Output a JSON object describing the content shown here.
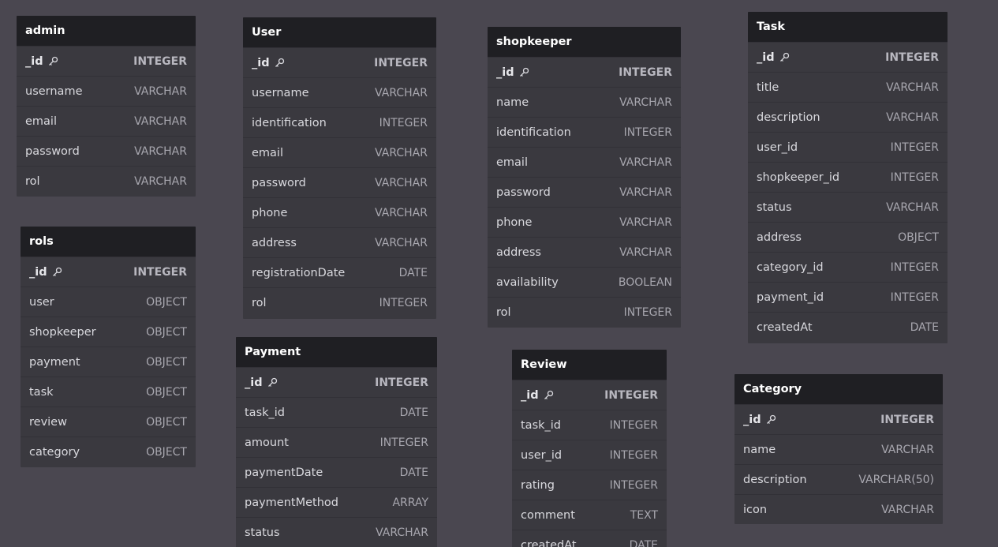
{
  "tables": {
    "admin": {
      "name": "admin",
      "fields": [
        {
          "name": "_id",
          "type": "INTEGER",
          "pk": true
        },
        {
          "name": "username",
          "type": "VARCHAR"
        },
        {
          "name": "email",
          "type": "VARCHAR"
        },
        {
          "name": "password",
          "type": "VARCHAR"
        },
        {
          "name": "rol",
          "type": "VARCHAR"
        }
      ]
    },
    "rols": {
      "name": "rols",
      "fields": [
        {
          "name": "_id",
          "type": "INTEGER",
          "pk": true
        },
        {
          "name": "user",
          "type": "OBJECT"
        },
        {
          "name": "shopkeeper",
          "type": "OBJECT"
        },
        {
          "name": "payment",
          "type": "OBJECT"
        },
        {
          "name": "task",
          "type": "OBJECT"
        },
        {
          "name": "review",
          "type": "OBJECT"
        },
        {
          "name": "category",
          "type": "OBJECT"
        }
      ]
    },
    "user": {
      "name": "User",
      "fields": [
        {
          "name": "_id",
          "type": "INTEGER",
          "pk": true
        },
        {
          "name": "username",
          "type": "VARCHAR"
        },
        {
          "name": "identification",
          "type": "INTEGER"
        },
        {
          "name": "email",
          "type": "VARCHAR"
        },
        {
          "name": "password",
          "type": "VARCHAR"
        },
        {
          "name": "phone",
          "type": "VARCHAR"
        },
        {
          "name": "address",
          "type": "VARCHAR"
        },
        {
          "name": "registrationDate",
          "type": "DATE"
        },
        {
          "name": "rol",
          "type": "INTEGER"
        }
      ]
    },
    "payment": {
      "name": "Payment",
      "fields": [
        {
          "name": "_id",
          "type": "INTEGER",
          "pk": true
        },
        {
          "name": "task_id",
          "type": "DATE"
        },
        {
          "name": "amount",
          "type": "INTEGER"
        },
        {
          "name": "paymentDate",
          "type": "DATE"
        },
        {
          "name": "paymentMethod",
          "type": "ARRAY"
        },
        {
          "name": "status",
          "type": "VARCHAR"
        }
      ]
    },
    "shopkeeper": {
      "name": "shopkeeper",
      "fields": [
        {
          "name": "_id",
          "type": "INTEGER",
          "pk": true
        },
        {
          "name": "name",
          "type": "VARCHAR"
        },
        {
          "name": "identification",
          "type": "INTEGER"
        },
        {
          "name": "email",
          "type": "VARCHAR"
        },
        {
          "name": "password",
          "type": "VARCHAR"
        },
        {
          "name": "phone",
          "type": "VARCHAR"
        },
        {
          "name": "address",
          "type": "VARCHAR"
        },
        {
          "name": "availability",
          "type": "BOOLEAN"
        },
        {
          "name": "rol",
          "type": "INTEGER"
        }
      ]
    },
    "review": {
      "name": "Review",
      "fields": [
        {
          "name": "_id",
          "type": "INTEGER",
          "pk": true
        },
        {
          "name": "task_id",
          "type": "INTEGER"
        },
        {
          "name": "user_id",
          "type": "INTEGER"
        },
        {
          "name": "rating",
          "type": "INTEGER"
        },
        {
          "name": "comment",
          "type": "TEXT"
        },
        {
          "name": "createdAt",
          "type": "DATE"
        }
      ]
    },
    "task": {
      "name": "Task",
      "fields": [
        {
          "name": "_id",
          "type": "INTEGER",
          "pk": true
        },
        {
          "name": "title",
          "type": "VARCHAR"
        },
        {
          "name": "description",
          "type": "VARCHAR"
        },
        {
          "name": "user_id",
          "type": "INTEGER"
        },
        {
          "name": "shopkeeper_id",
          "type": "INTEGER"
        },
        {
          "name": "status",
          "type": "VARCHAR"
        },
        {
          "name": "address",
          "type": "OBJECT"
        },
        {
          "name": "category_id",
          "type": "INTEGER"
        },
        {
          "name": "payment_id",
          "type": "INTEGER"
        },
        {
          "name": "createdAt",
          "type": "DATE"
        }
      ]
    },
    "category": {
      "name": "Category",
      "fields": [
        {
          "name": "_id",
          "type": "INTEGER",
          "pk": true
        },
        {
          "name": "name",
          "type": "VARCHAR"
        },
        {
          "name": "description",
          "type": "VARCHAR(50)"
        },
        {
          "name": "icon",
          "type": "VARCHAR"
        }
      ]
    }
  },
  "colors": {
    "canvas": "#4a4750",
    "card": "#3a393f",
    "header": "#1f1f23",
    "text": "#d9d9de",
    "type_text": "#a8a7af"
  },
  "icons": {
    "primary_key": "key-icon"
  }
}
